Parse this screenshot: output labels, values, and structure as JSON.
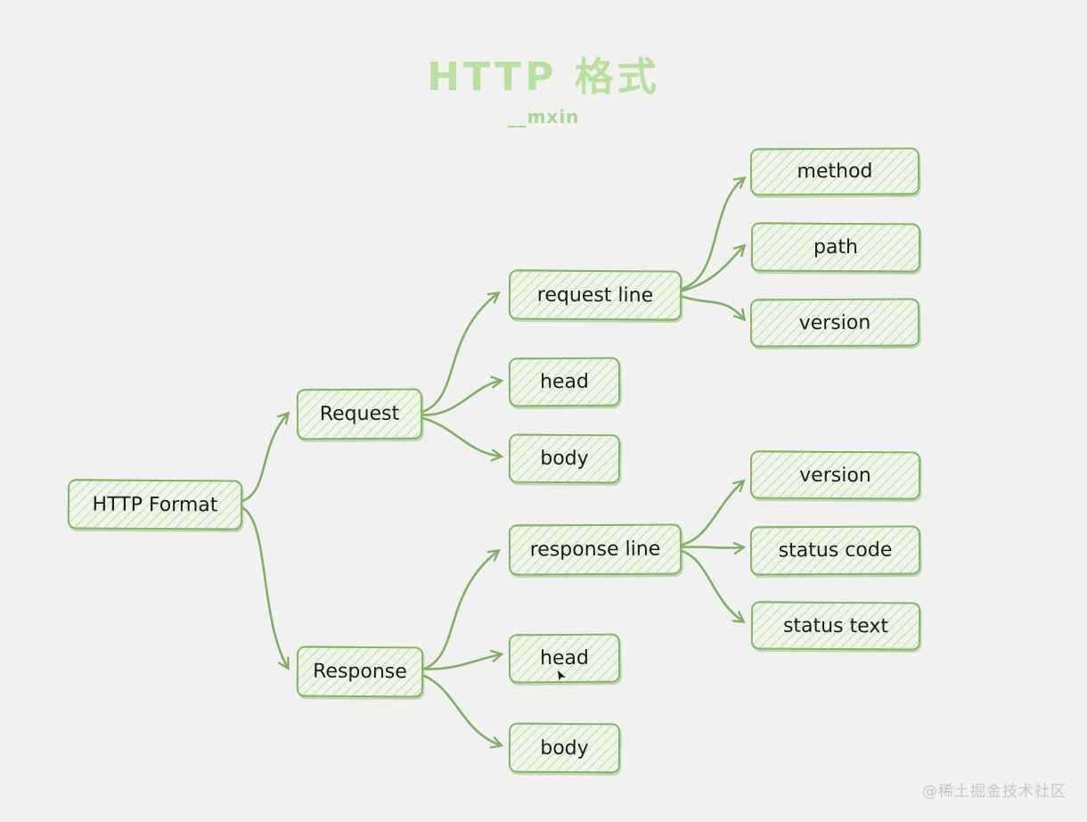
{
  "title": "HTTP 格式",
  "subtitle": "__mxin",
  "watermark": "@稀土掘金技术社区",
  "colors": {
    "background": "#f1f1ef",
    "node_border": "#85b768",
    "node_fill": "#eff5e9",
    "hatch": "#d9e8cc",
    "edge_stroke": "#7fb161",
    "node_text": "#1c1c1c",
    "title_text": "#b7e0a1",
    "watermark_text": "#c7c7c5"
  },
  "diagram": {
    "type": "mindmap",
    "nodes": {
      "http_format": {
        "label": "HTTP Format"
      },
      "request": {
        "label": "Request"
      },
      "request_line": {
        "label": "request line"
      },
      "request_head": {
        "label": "head"
      },
      "request_body": {
        "label": "body"
      },
      "method": {
        "label": "method"
      },
      "path": {
        "label": "path"
      },
      "request_version": {
        "label": "version"
      },
      "response": {
        "label": "Response"
      },
      "response_line": {
        "label": "response line"
      },
      "response_version": {
        "label": "version"
      },
      "status_code": {
        "label": "status code"
      },
      "status_text": {
        "label": "status text"
      },
      "response_head": {
        "label": "head"
      },
      "response_body": {
        "label": "body"
      }
    },
    "edges": [
      {
        "from": "http_format",
        "to": "request"
      },
      {
        "from": "http_format",
        "to": "response"
      },
      {
        "from": "request",
        "to": "request_line"
      },
      {
        "from": "request",
        "to": "request_head"
      },
      {
        "from": "request",
        "to": "request_body"
      },
      {
        "from": "request_line",
        "to": "method"
      },
      {
        "from": "request_line",
        "to": "path"
      },
      {
        "from": "request_line",
        "to": "request_version"
      },
      {
        "from": "response",
        "to": "response_line"
      },
      {
        "from": "response",
        "to": "response_head"
      },
      {
        "from": "response",
        "to": "response_body"
      },
      {
        "from": "response_line",
        "to": "response_version"
      },
      {
        "from": "response_line",
        "to": "status_code"
      },
      {
        "from": "response_line",
        "to": "status_text"
      }
    ]
  }
}
